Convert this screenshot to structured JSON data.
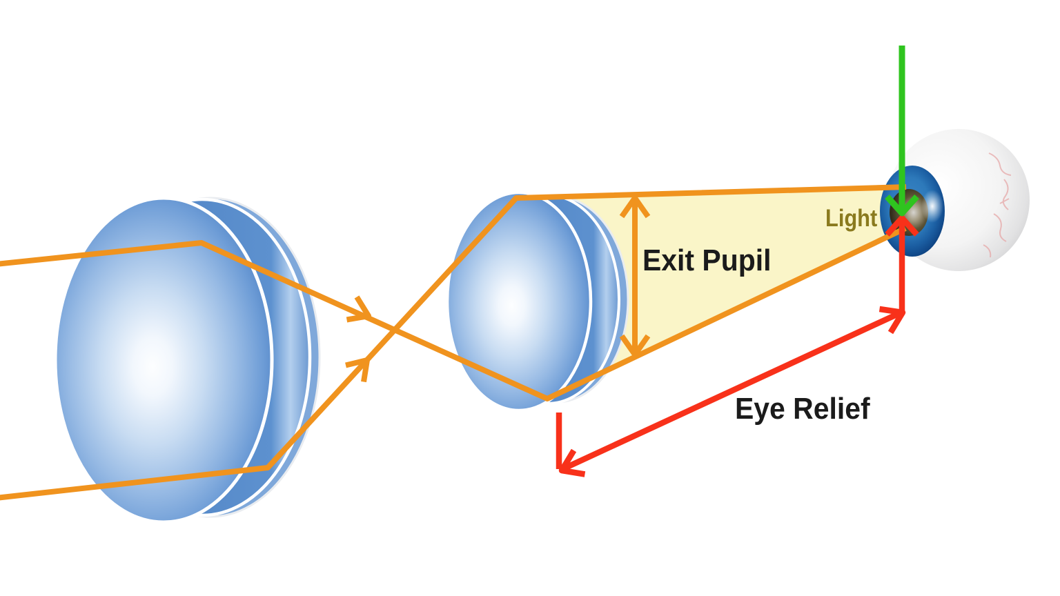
{
  "diagram": {
    "type": "optics-ray-diagram",
    "labels": {
      "exit_pupil": "Exit Pupil",
      "eye_relief": "Eye Relief",
      "light": "Light"
    },
    "colors": {
      "ray_orange": "#F0931E",
      "cone_yellow": "#FAF5C8",
      "dimension_red": "#F8311A",
      "axis_green": "#2FC41F",
      "light_label": "#8A7A1E",
      "label_text": "#1B1B1B",
      "lens_blue": "#5586C8",
      "background": "#FFFFFF"
    },
    "elements": {
      "objective_lens": "objective-lens",
      "eyepiece_lens": "eyepiece-lens",
      "light_cone": "light-cone",
      "eye": "eyeball",
      "exit_pupil_arrow": "exit-pupil-double-arrow",
      "eye_relief_arrow": "eye-relief-double-arrow",
      "eye_axis_arrow": "green-axis-arrow"
    }
  }
}
